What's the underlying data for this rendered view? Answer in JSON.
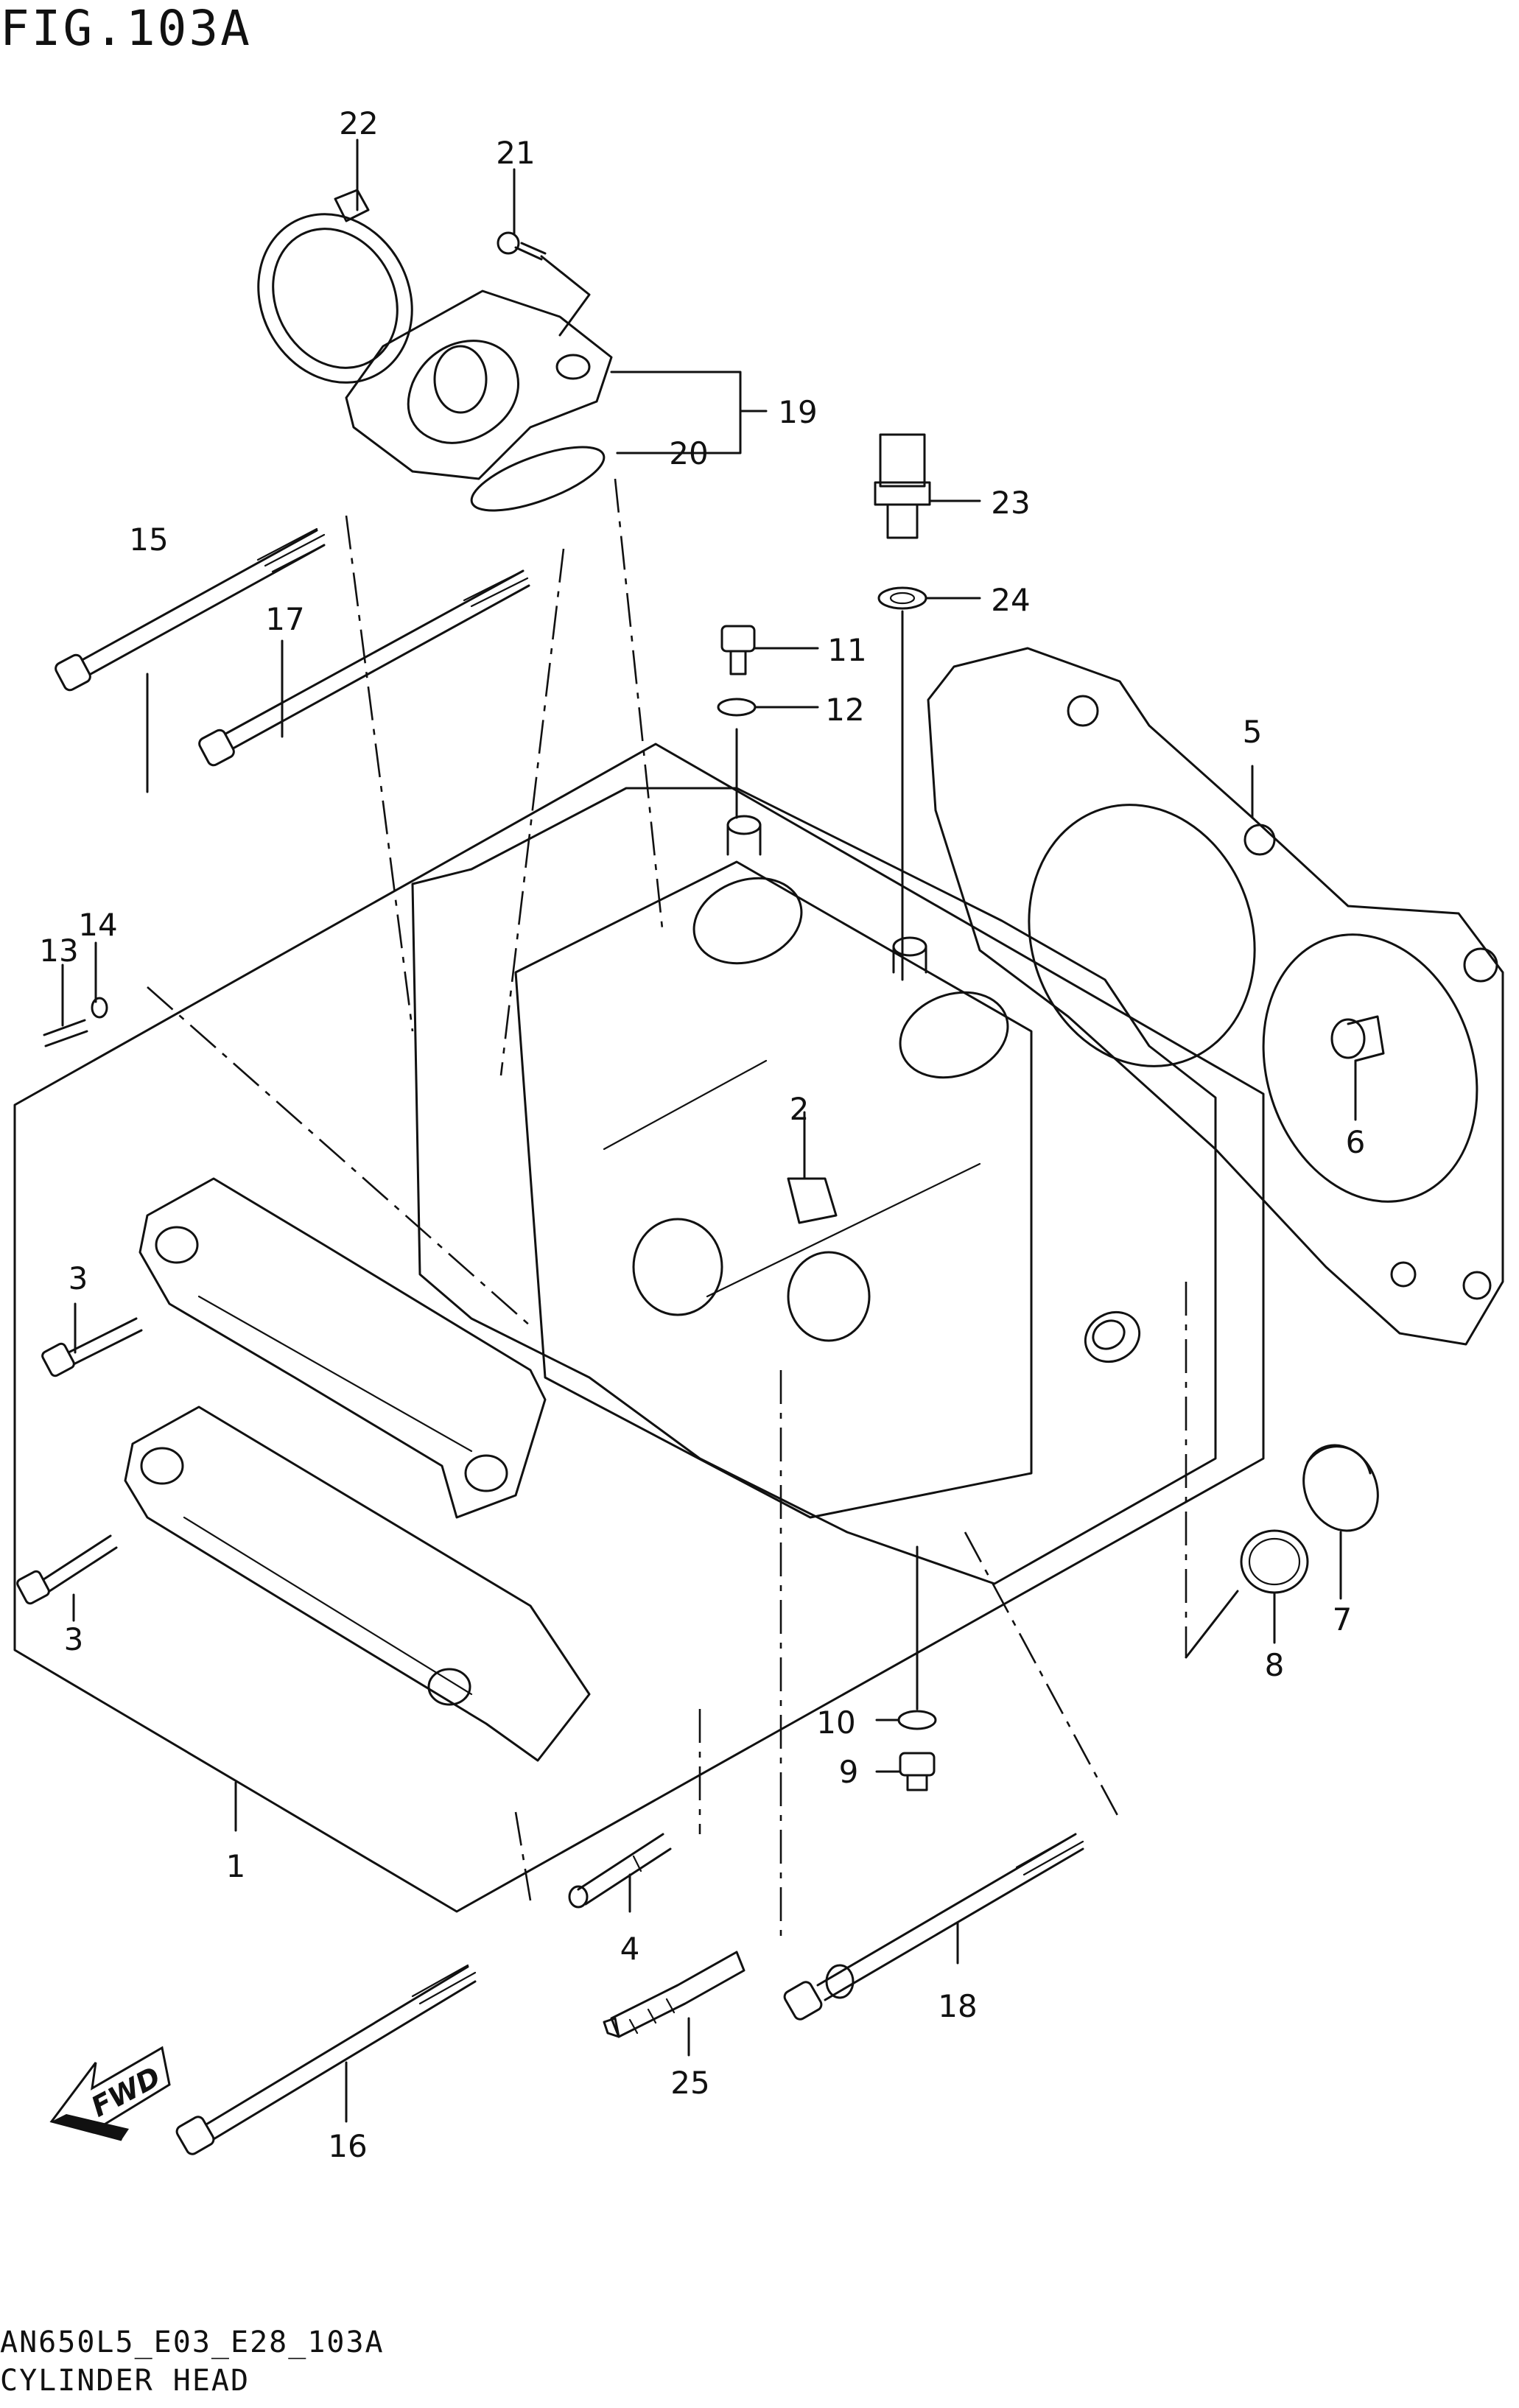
{
  "figure": {
    "title": "FIG.103A",
    "code": "AN650L5_E03_E28_103A",
    "name": "CYLINDER HEAD"
  },
  "fwd_label": "FWD",
  "callouts": [
    "1",
    "2",
    "3",
    "3",
    "4",
    "5",
    "6",
    "7",
    "8",
    "9",
    "10",
    "11",
    "12",
    "13",
    "14",
    "15",
    "16",
    "17",
    "18",
    "19",
    "20",
    "21",
    "22",
    "23",
    "24",
    "25"
  ]
}
